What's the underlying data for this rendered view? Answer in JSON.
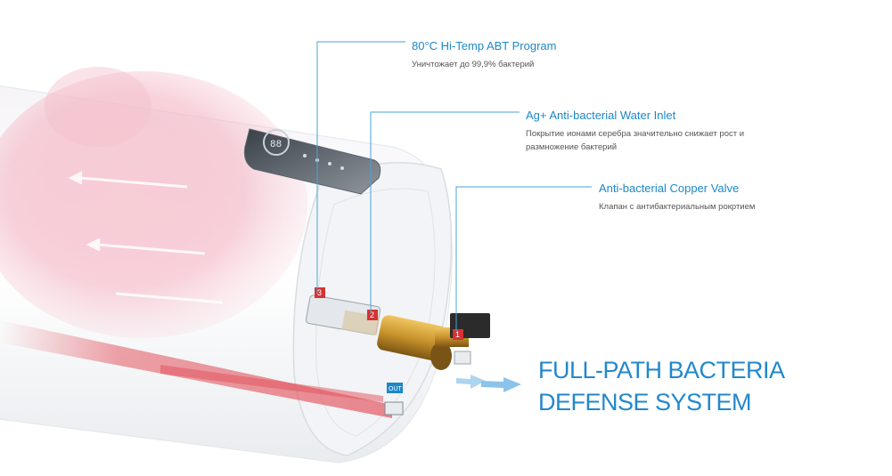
{
  "callouts": [
    {
      "title": "80°C Hi-Temp ABT Program",
      "description": "Уничтожает до 99,9% бактерий"
    },
    {
      "title": "Ag+ Anti-bacterial Water Inlet",
      "description": "Покрытие ионами серебра значительно снижает рост и размножение бактерий"
    },
    {
      "title": "Anti-bacterial Copper Valve",
      "description": "Клапан с антибактериальным рокртием"
    }
  ],
  "headline": {
    "line1": "FULL-PATH BACTERIA",
    "line2": "DEFENSE SYSTEM"
  },
  "heater": {
    "display_readout": "88",
    "markers": [
      "3",
      "2",
      "1"
    ],
    "outlet_label": "OUT"
  },
  "colors": {
    "accent_blue": "#1e88c8",
    "headline_blue": "#2288cc",
    "heat_red": "#e2505a",
    "brass": "#c8932c",
    "marker_red": "#d53333"
  }
}
